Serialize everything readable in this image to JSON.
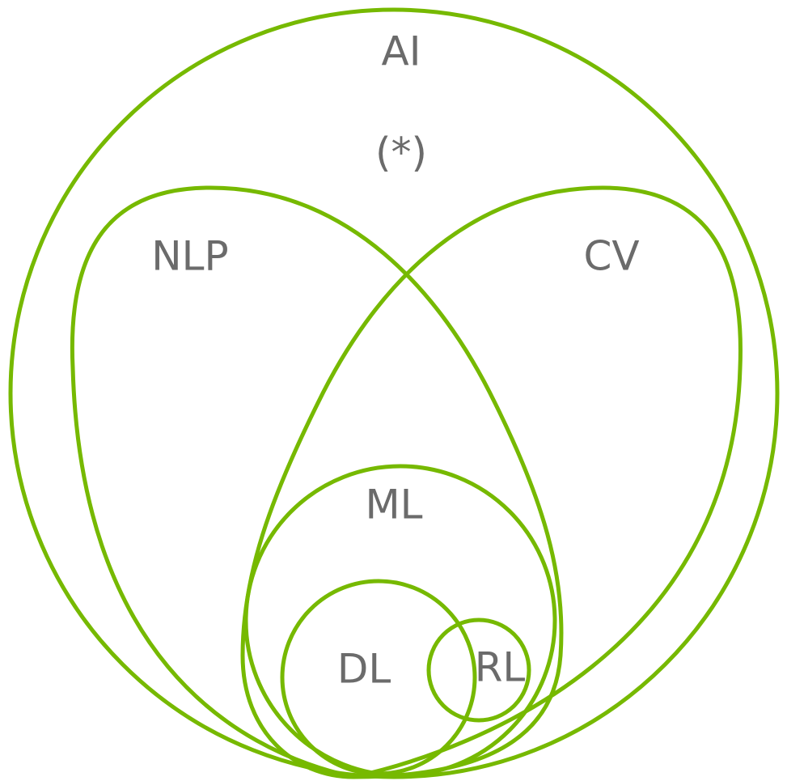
{
  "colors": {
    "stroke": "#76b900",
    "text": "#6b6b6b",
    "background": "#ffffff"
  },
  "labels": {
    "ai": "AI",
    "asterisk": "(*)",
    "nlp": "NLP",
    "cv": "CV",
    "ml": "ML",
    "dl": "DL",
    "rl": "RL"
  }
}
